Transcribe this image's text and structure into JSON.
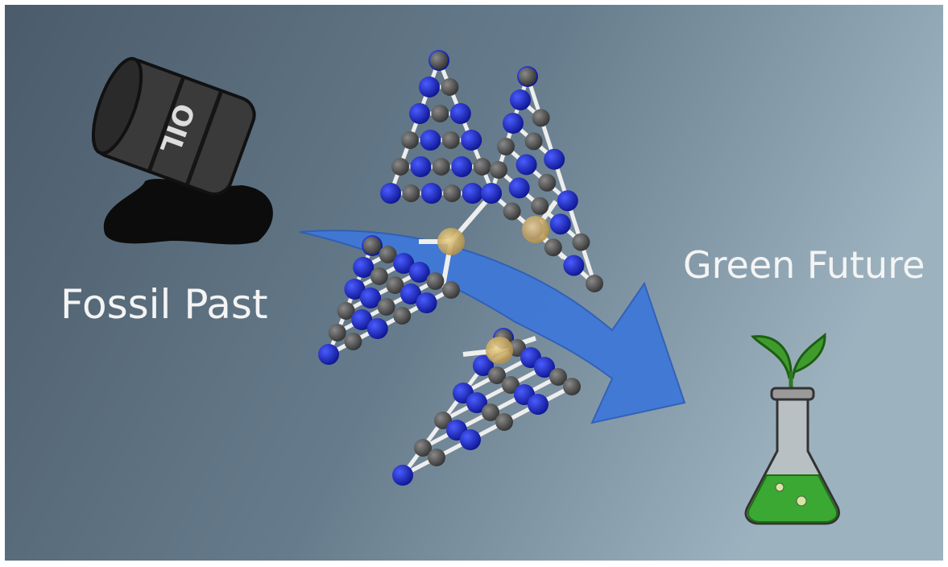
{
  "labels": {
    "left": "Fossil Past",
    "right": "Green Future"
  },
  "barrel": {
    "text": "OIL"
  },
  "colors": {
    "background_dark": "#4b5b6b",
    "background_light": "#93a8b6",
    "arrow": "#3f78d8",
    "nitrogen": "#1c2bb3",
    "carbon": "#5a5a5a",
    "metal": "#c9ad6a",
    "flask_liquid": "#3aa832",
    "leaf": "#3f9c2c"
  }
}
